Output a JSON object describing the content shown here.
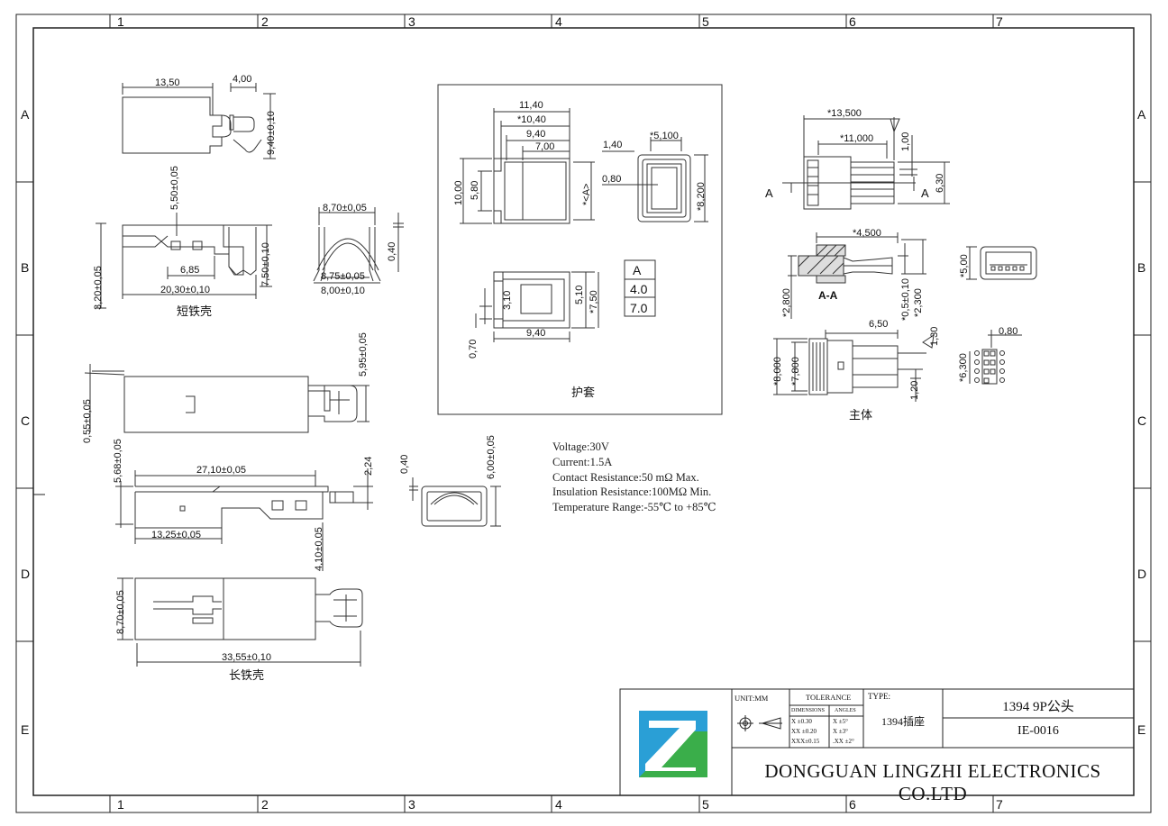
{
  "frame": {
    "columns": [
      "1",
      "2",
      "3",
      "4",
      "5",
      "6",
      "7"
    ],
    "rows": [
      "A",
      "B",
      "C",
      "D",
      "E"
    ]
  },
  "views": {
    "short_shell": {
      "caption": "短铁壳",
      "dims": [
        "13,50",
        "4,00",
        "9,40±0,10",
        "5,50±0,05",
        "7,50±0,10",
        "6,85",
        "20,30±0,10",
        "3,20±0,05"
      ]
    },
    "short_shell_end": {
      "dims": [
        "8,70±0,05",
        "0,40",
        "8,75±0,05",
        "8,00±0,10"
      ]
    },
    "cover": {
      "caption": "护套",
      "dims": [
        "11,40",
        "*10,40",
        "9,40",
        "7,00",
        "10,00",
        "5,80",
        "*<A>",
        "1,40",
        "*5,100",
        "0,80",
        "*8,200",
        "3,10",
        "5,10",
        "*7,50",
        "0,70",
        "9,40"
      ],
      "table": [
        "A",
        "4.0",
        "7.0"
      ]
    },
    "body": {
      "caption": "主体",
      "dims": [
        "*13,500",
        "*11,000",
        "1,00",
        "6,30",
        "A",
        "A",
        "*4,500",
        "*5,00",
        "A-A",
        "*2,800",
        "*0,5±0,10",
        "*2,300",
        "6,50",
        "1,30",
        "0,80",
        "*8,000",
        "*7,800",
        "*6,300",
        "1,20"
      ]
    },
    "long_shell": {
      "caption": "长铁壳",
      "dims": [
        "5,95±0,05",
        "0,55±0,05",
        "5,68±0,05",
        "27,10±0,05",
        "2,24",
        "13,25±0,05",
        "4,10±0,05",
        "0,40",
        "6,00±0,05",
        "8,70±0,05",
        "33,55±0,10"
      ]
    }
  },
  "specs": [
    "Voltage:30V",
    "Current:1.5A",
    "Contact Resistance:50 mΩ  Max.",
    "Insulation Resistance:100MΩ  Min.",
    "Temperature Range:-55℃ to +85℃"
  ],
  "title_block": {
    "unit": "UNIT:MM",
    "tolerance": "TOLERANCE",
    "dimensions": "DIMENSIONS",
    "angles": "ANGLES",
    "tol_rows": [
      "X  ±0.30",
      "XX ±0.20",
      "XXX±0.15"
    ],
    "ang_rows": [
      "X  ±5°",
      "X  ±3°",
      ".XX ±2°"
    ],
    "type_label": "TYPE:",
    "type_value": "1394插座",
    "title": "1394 9P公头",
    "part_no": "IE-0016",
    "company": "DONGGUAN LINGZHI ELECTRONICS CO.LTD",
    "logo_colors": [
      "#1e5fb4",
      "#2a9fd6",
      "#3aae4a"
    ]
  }
}
